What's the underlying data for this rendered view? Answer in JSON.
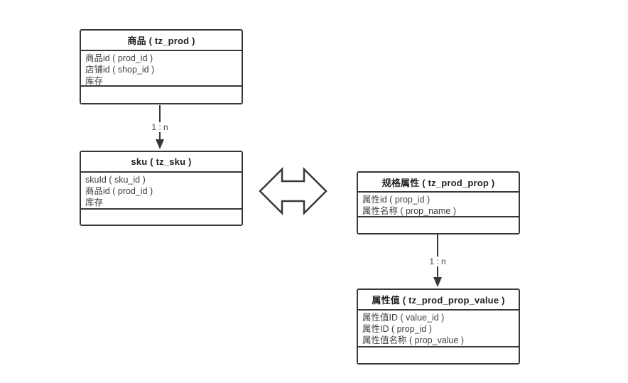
{
  "diagram": {
    "entities": {
      "prod": {
        "title": "商品 ( tz_prod )",
        "fields": [
          "商品id ( prod_id )",
          "店铺id ( shop_id )",
          "库存"
        ]
      },
      "sku": {
        "title": "sku ( tz_sku )",
        "fields": [
          "skuId ( sku_id )",
          "商品id ( prod_id )",
          "库存"
        ]
      },
      "prop": {
        "title": "规格属性 ( tz_prod_prop )",
        "fields": [
          "属性id ( prop_id )",
          "属性名称 ( prop_name )"
        ]
      },
      "value": {
        "title": "属性值 ( tz_prod_prop_value )",
        "fields": [
          "属性值ID ( value_id )",
          "属性ID ( prop_id )",
          "属性值名称 ( prop_value )"
        ]
      }
    },
    "relations": {
      "prod_sku": {
        "label": "1 : n"
      },
      "prop_value": {
        "label": "1 : n"
      }
    },
    "colors": {
      "line": "#383838",
      "text": "#3f3f3f",
      "background": "#ffffff"
    }
  }
}
